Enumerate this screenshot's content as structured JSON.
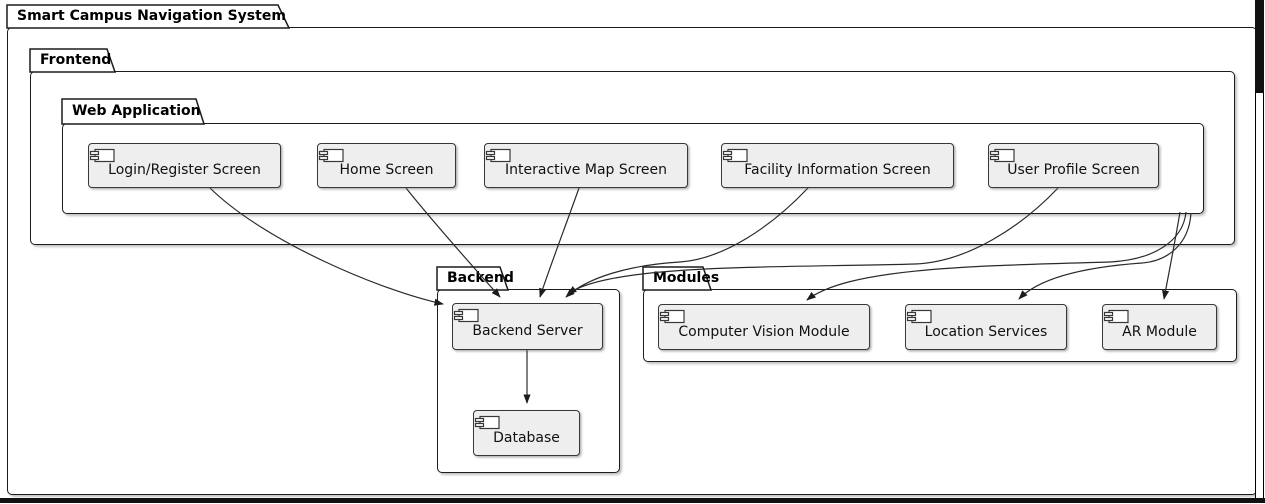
{
  "diagram": {
    "title": "Smart Campus Navigation System",
    "packages": {
      "root": {
        "label": "Smart Campus Navigation System"
      },
      "frontend": {
        "label": "Frontend"
      },
      "web_application": {
        "label": "Web Application"
      },
      "backend": {
        "label": "Backend"
      },
      "modules": {
        "label": "Modules"
      }
    },
    "components": {
      "login_register": {
        "label": "Login/Register Screen",
        "package": "web_application"
      },
      "home": {
        "label": "Home Screen",
        "package": "web_application"
      },
      "interactive_map": {
        "label": "Interactive Map Screen",
        "package": "web_application"
      },
      "facility_info": {
        "label": "Facility Information Screen",
        "package": "web_application"
      },
      "user_profile": {
        "label": "User Profile Screen",
        "package": "web_application"
      },
      "backend_server": {
        "label": "Backend Server",
        "package": "backend"
      },
      "database": {
        "label": "Database",
        "package": "backend"
      },
      "computer_vision": {
        "label": "Computer Vision Module",
        "package": "modules"
      },
      "location_services": {
        "label": "Location Services",
        "package": "modules"
      },
      "ar_module": {
        "label": "AR Module",
        "package": "modules"
      }
    },
    "connections": [
      {
        "from": "Login/Register Screen",
        "to": "Backend Server"
      },
      {
        "from": "Home Screen",
        "to": "Backend Server"
      },
      {
        "from": "Interactive Map Screen",
        "to": "Backend Server"
      },
      {
        "from": "Facility Information Screen",
        "to": "Backend Server"
      },
      {
        "from": "User Profile Screen",
        "to": "Backend Server"
      },
      {
        "from": "Backend Server",
        "to": "Database"
      },
      {
        "from": "Web Application",
        "to": "Computer Vision Module"
      },
      {
        "from": "Web Application",
        "to": "Location Services"
      },
      {
        "from": "Web Application",
        "to": "AR Module"
      }
    ],
    "colors": {
      "background": "#ffffff",
      "component_fill": "#eeeeee",
      "package_fill": "#ffffff",
      "border": "#1c1c1c",
      "edge": "#2a2a2a",
      "text": "#111111"
    }
  }
}
